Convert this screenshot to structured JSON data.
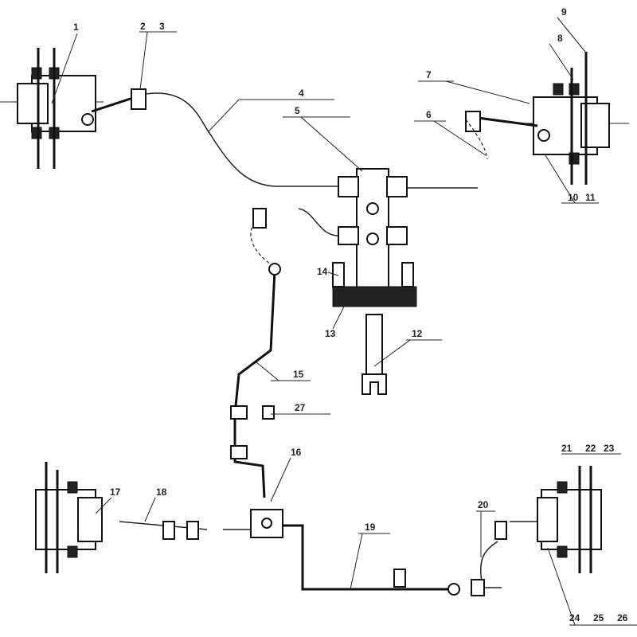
{
  "diagram": {
    "type": "brake-system-assembly",
    "labels": [
      "1",
      "2",
      "3",
      "4",
      "5",
      "6",
      "7",
      "8",
      "9",
      "10",
      "11",
      "12",
      "13",
      "14",
      "15",
      "16",
      "17",
      "18",
      "19",
      "20",
      "21",
      "22",
      "23",
      "24",
      "25",
      "26",
      "27"
    ]
  }
}
